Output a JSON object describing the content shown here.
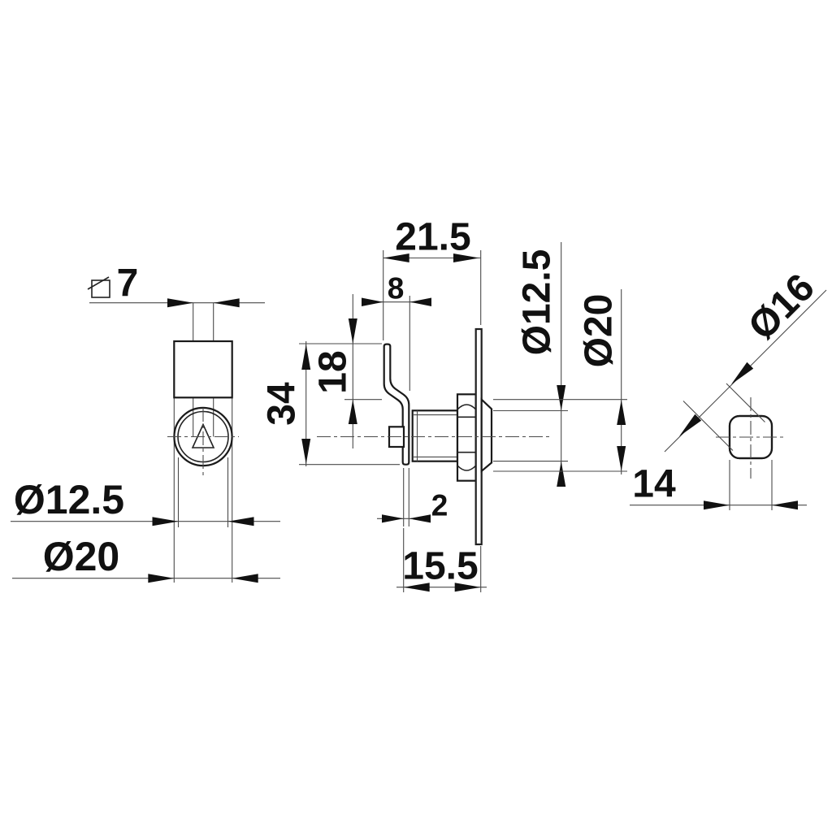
{
  "drawing": {
    "colors": {
      "background": "#ffffff",
      "line": "#1a1a1a",
      "thin_line": "#4a4a4a",
      "text": "#111111"
    },
    "dims": {
      "front": {
        "square_spindle": "7",
        "dia_inner": "Ø12.5",
        "dia_outer": "Ø20"
      },
      "side": {
        "overall_depth": "21.5",
        "cam_offset": "8",
        "grip_height": "18",
        "cam_height": "34",
        "cam_thickness": "2",
        "thread_length": "15.5",
        "dia_inner": "Ø12.5",
        "dia_outer": "Ø20"
      },
      "section": {
        "dia_across_corners": "Ø16",
        "across_flats": "14"
      }
    }
  }
}
